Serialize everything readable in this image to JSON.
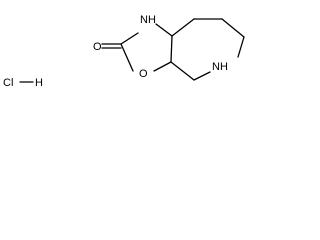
{
  "structure": {
    "atoms": {
      "nh": "NH",
      "oxo_o": "O",
      "ring_o": "O",
      "ring_nh": "NH",
      "chloride": "Cl",
      "hydrogen": "H"
    },
    "colors": {
      "bond": "#000000",
      "label": "#000000",
      "background": "#ffffff"
    }
  }
}
